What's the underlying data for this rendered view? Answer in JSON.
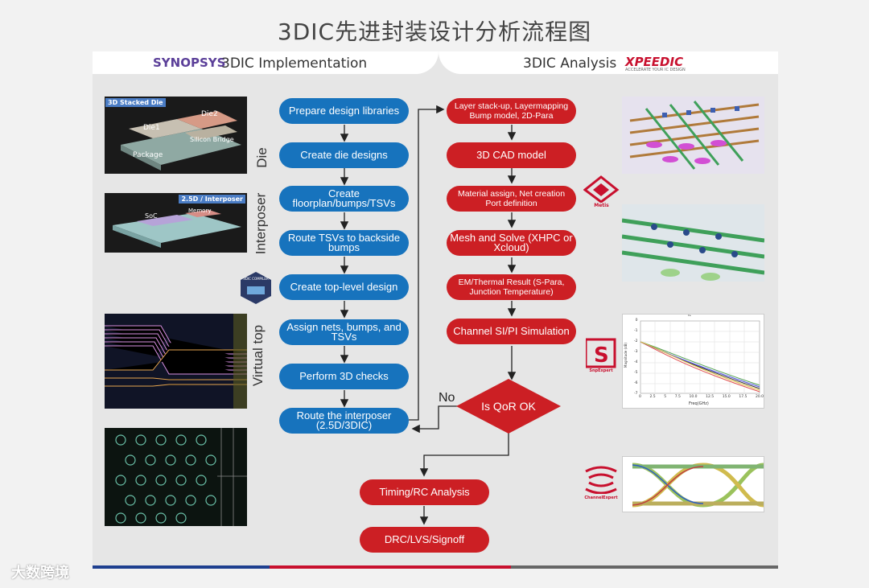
{
  "title": "3DIC先进封装设计分析流程图",
  "header": {
    "left_logo": "SYNOPSYS",
    "left_title": "3DIC Implementation",
    "right_title": "3DIC Analysis",
    "right_logo": "XPEEDIC",
    "right_logo_tagline": "ACCELERATE YOUR IC DESIGN"
  },
  "left_flow": [
    "Prepare design libraries",
    "Create die designs",
    "Create floorplan/bumps/TSVs",
    "Route TSVs to backside bumps",
    "Create top-level design",
    "Assign nets, bumps, and TSVs",
    "Perform 3D checks",
    "Route the interposer (2.5D/3DIC)"
  ],
  "side_labels": {
    "die": "Die",
    "interposer": "Interposer",
    "virtual_top": "Virtual top"
  },
  "right_flow": [
    "Layer stack-up, Layermapping Bump model, 2D-Para",
    "3D CAD model",
    "Material assign, Net creation Port definition",
    "Mesh and Solve (XHPC or Xcloud)",
    "EM/Thermal Result (S-Para, Junction Temperature)",
    "Channel SI/PI Simulation"
  ],
  "decision": {
    "label": "Is QoR OK",
    "no_label": "No"
  },
  "final_flow": [
    "Timing/RC Analysis",
    "DRC/LVS/Signoff"
  ],
  "left_images": {
    "img1": {
      "title": "3D Stacked Die",
      "labels": [
        "Die1",
        "Die2",
        "Package",
        "Silicon Bridge"
      ]
    },
    "img2": {
      "title": "2.5D / Interposer",
      "labels": [
        "SoC",
        "Memory"
      ]
    }
  },
  "compiler_badge": "3DIC COMPILER",
  "tool_logos": {
    "metis": "Metis",
    "snp": "SnpExpert",
    "channel": "ChannelExpert"
  },
  "plot": {
    "title": "TL",
    "xlabel": "Freq(GHz)",
    "ylabel": "Magnitude (dB)",
    "xticks": [
      "0",
      "2.5",
      "5",
      "7.5",
      "10.0",
      "12.5",
      "15.0",
      "17.5",
      "20.0"
    ],
    "yticks": [
      "0",
      "-1",
      "-2",
      "-3",
      "-4",
      "-5",
      "-6",
      "-7"
    ]
  },
  "watermark": "大数跨境",
  "colors": {
    "blue": "#1773bd",
    "red": "#cc1f24",
    "synopsys_purple": "#5b3f99"
  }
}
